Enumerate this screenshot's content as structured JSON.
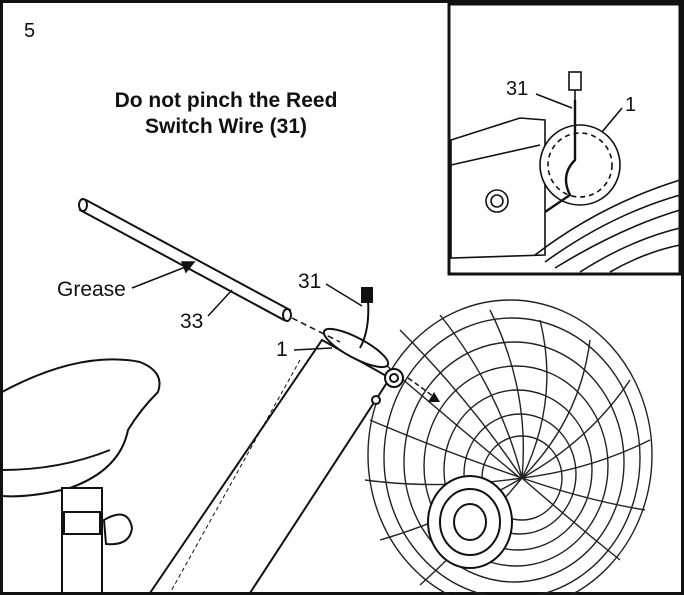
{
  "step_number": "5",
  "warning": {
    "line1": "Do not pinch the Reed",
    "line2": "Switch Wire (31)"
  },
  "labels": {
    "grease": "Grease",
    "part_33": "33",
    "part_31": "31",
    "part_1": "1"
  },
  "inset": {
    "part_31": "31",
    "part_1": "1"
  }
}
